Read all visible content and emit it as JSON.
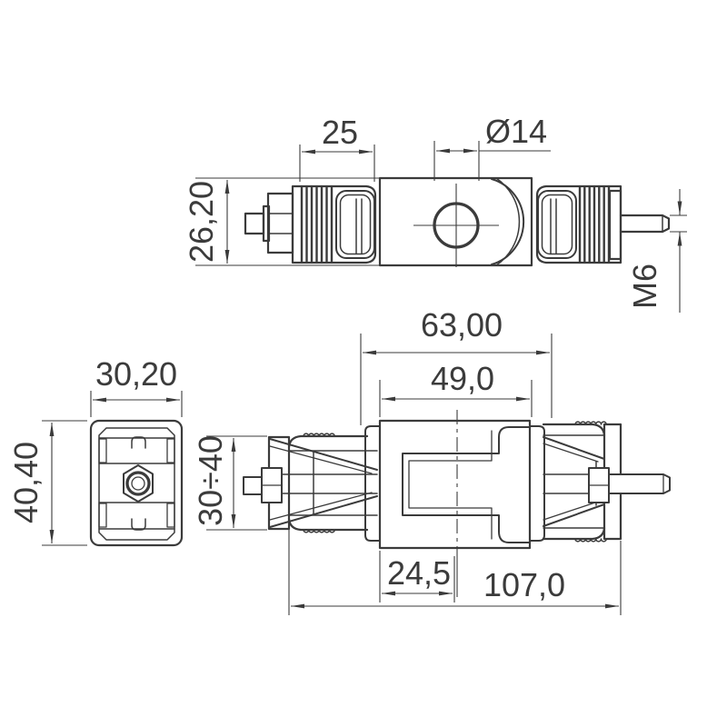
{
  "drawing": {
    "type": "technical-drawing",
    "colors": {
      "line": "#3b3b3b",
      "background": "#ffffff"
    },
    "views": {
      "top_view": {
        "name": "top-view",
        "dimensions": {
          "rib_section_length": "25",
          "hole_diameter": "Ø14",
          "gland_height": "26,20",
          "stud_thread": "M6"
        }
      },
      "front_view": {
        "name": "front-view",
        "dimensions": {
          "width": "30,20",
          "height": "40,40"
        }
      },
      "side_view": {
        "name": "side-view",
        "dimensions": {
          "upper_body_length": "63,00",
          "inner_body_length": "49,0",
          "plug_height_range": "30÷40",
          "hole_center_offset": "24,5",
          "overall_length": "107,0"
        }
      }
    }
  }
}
